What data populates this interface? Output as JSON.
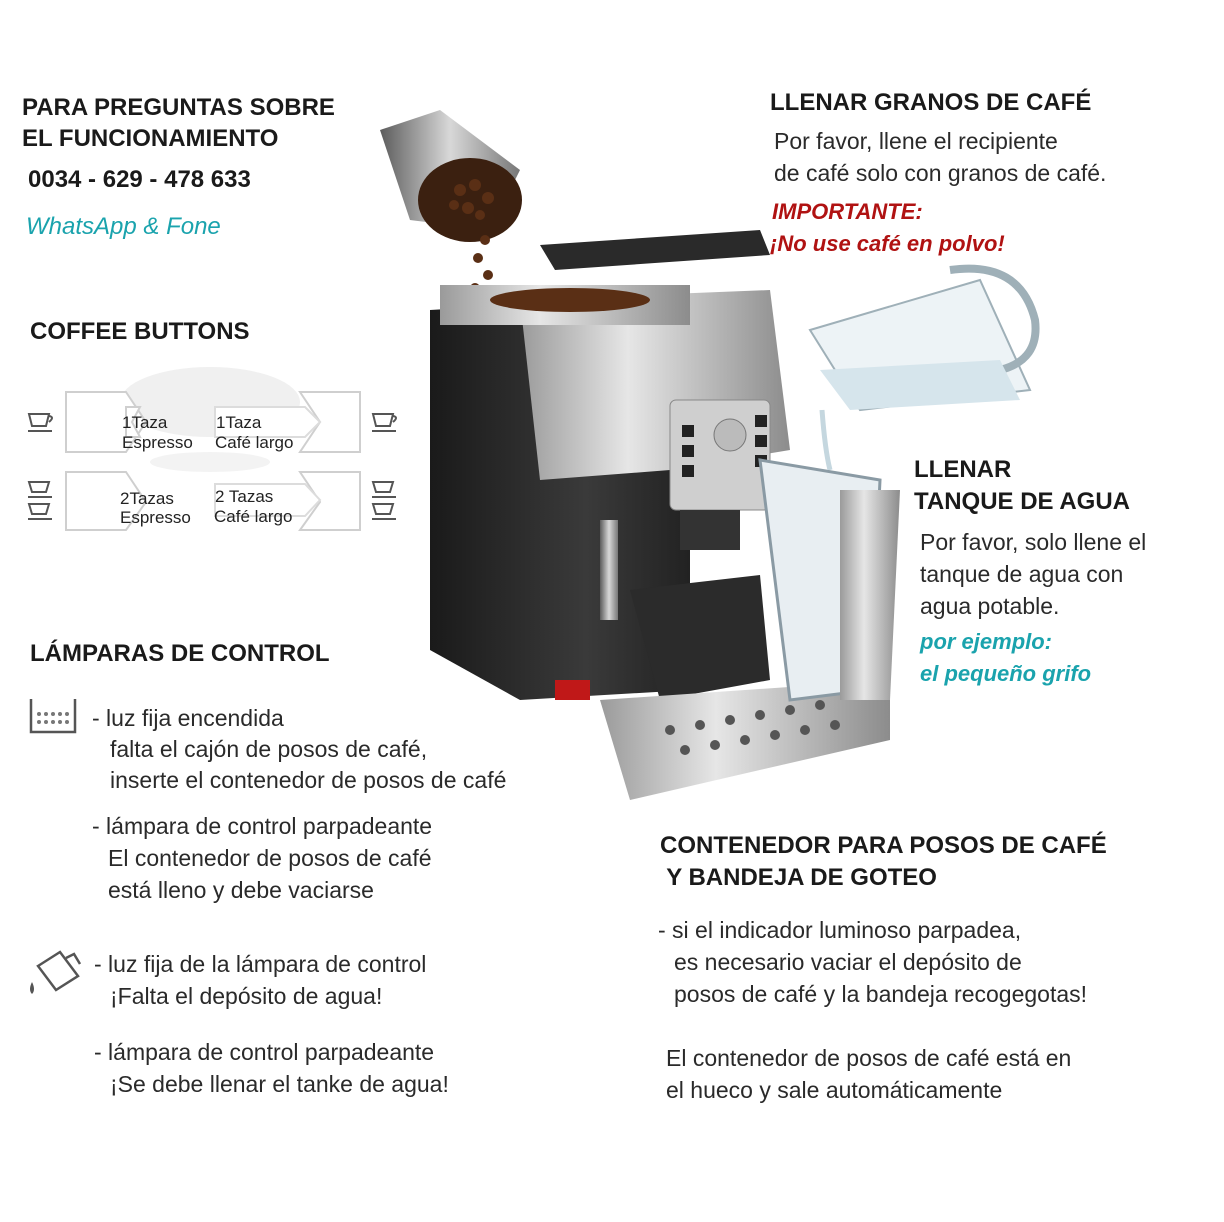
{
  "contact": {
    "heading_line1": "PARA PREGUNTAS SOBRE",
    "heading_line2": "EL FUNCIONAMIENTO",
    "phone": "0034 - 629 - 478 633",
    "channel": "WhatsApp & Fone"
  },
  "coffee_buttons": {
    "heading": "COFFEE BUTTONS",
    "one_espresso_line1": "1Taza",
    "one_espresso_line2": "Espresso",
    "one_long_line1": "1Taza",
    "one_long_line2": "Café largo",
    "two_espresso_line1": "2Tazas",
    "two_espresso_line2": "Espresso",
    "two_long_line1": "2 Tazas",
    "two_long_line2": "Café largo"
  },
  "beans": {
    "heading": "LLENAR GRANOS DE CAFÉ",
    "line1": "Por favor, llene el recipiente",
    "line2": "de café solo con granos de café.",
    "important": "IMPORTANTE:",
    "warning": "¡No use café en polvo!"
  },
  "water": {
    "heading_line1": "LLENAR",
    "heading_line2": "TANQUE DE AGUA",
    "line1": "Por favor, solo llene el",
    "line2": "tanque de agua con",
    "line3": "agua potable.",
    "example_line1": "por ejemplo:",
    "example_line2": "el pequeño grifo"
  },
  "lamps": {
    "heading": "LÁMPARAS DE CONTROL",
    "grounds_steady_1": "- luz fija encendida",
    "grounds_steady_2": "falta el cajón de posos de café,",
    "grounds_steady_3": "inserte el contenedor de posos de café",
    "grounds_blink_1": "- lámpara de control parpadeante",
    "grounds_blink_2": "El contenedor de posos de café",
    "grounds_blink_3": "está lleno y debe vaciarse",
    "water_steady_1": "- luz fija de la lámpara de control",
    "water_steady_2": "¡Falta el depósito de agua!",
    "water_blink_1": "- lámpara de control parpadeante",
    "water_blink_2": "¡Se debe llenar el tanke de agua!"
  },
  "grounds": {
    "heading_line1": "CONTENEDOR PARA POSOS DE CAFÉ",
    "heading_line2": " Y BANDEJA DE GOTEO",
    "line1": "- si el indicador luminoso parpadea,",
    "line2": "es necesario vaciar el depósito de",
    "line3": "posos de café y la bandeja recogegotas!",
    "line4": "El contenedor de posos de café está en",
    "line5": "el hueco y sale automáticamente"
  },
  "icons": [
    "cup-icon",
    "grounds-container-icon",
    "water-pitcher-icon",
    "coffee-machine-illustration",
    "bean-canister-illustration",
    "water-jug-illustration"
  ],
  "colors": {
    "teal": "#1aa3ad",
    "red": "#b01212",
    "text": "#222222"
  }
}
